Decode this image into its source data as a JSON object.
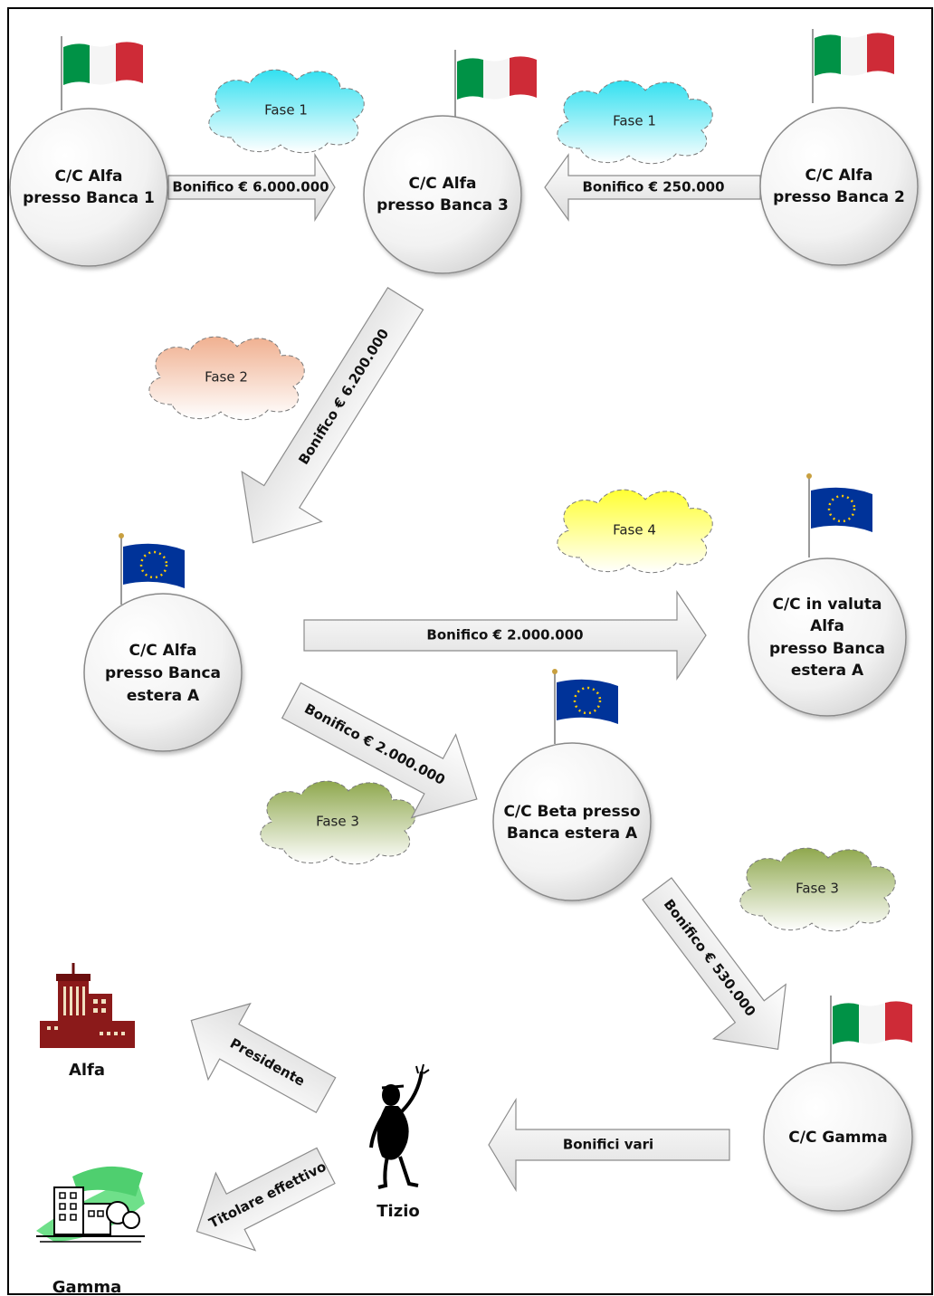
{
  "nodes": {
    "alfa_banca1": {
      "lines": [
        "C/C Alfa",
        "presso  Banca 1"
      ],
      "flag": "flag-italy"
    },
    "alfa_banca3": {
      "lines": [
        "C/C Alfa",
        "presso Banca 3"
      ],
      "flag": "flag-italy"
    },
    "alfa_banca2": {
      "lines": [
        "C/C Alfa",
        "presso Banca 2"
      ],
      "flag": "flag-italy"
    },
    "alfa_estera_a": {
      "lines": [
        "C/C Alfa",
        "presso Banca",
        "estera A"
      ],
      "flag": "flag-eu"
    },
    "alfa_valuta": {
      "lines": [
        "C/C in valuta",
        "Alfa",
        "presso Banca",
        "estera A"
      ],
      "flag": "flag-eu"
    },
    "beta_estera_a": {
      "lines": [
        "C/C Beta presso",
        "Banca estera A"
      ],
      "flag": "flag-eu"
    },
    "gamma": {
      "lines": [
        "C/C Gamma"
      ],
      "flag": "flag-italy"
    }
  },
  "arrows": {
    "a1": "Bonifico € 6.000.000",
    "a2": "Bonifico € 250.000",
    "a3": "Bonifico € 6.200.000",
    "a4": "Bonifico € 2.000.000",
    "a5": "Bonifico € 2.000.000",
    "a6": "Bonifico € 530.000",
    "a7": "Bonifici vari",
    "a8": "Presidente",
    "a9": "Titolare effettivo"
  },
  "phases": {
    "p1a": "Fase 1",
    "p1b": "Fase 1",
    "p2": "Fase 2",
    "p4": "Fase 4",
    "p3a": "Fase 3",
    "p3b": "Fase 3"
  },
  "phase_colors": {
    "fase1": "#33e0f0",
    "fase2": "#f0b090",
    "fase3": "#8fa84e",
    "fase4": "#ffff33"
  },
  "entities": {
    "alfa": {
      "label": "Alfa",
      "icon": "office-building-icon"
    },
    "gamma": {
      "label": "Gamma",
      "icon": "city-buildings-icon"
    },
    "tizio": {
      "label": "Tizio",
      "icon": "person-icon"
    }
  },
  "flag_colors": {
    "italy": [
      "#009246",
      "#ffffff",
      "#ce2b37"
    ],
    "eu": [
      "#003399",
      "#ffcc00"
    ]
  }
}
